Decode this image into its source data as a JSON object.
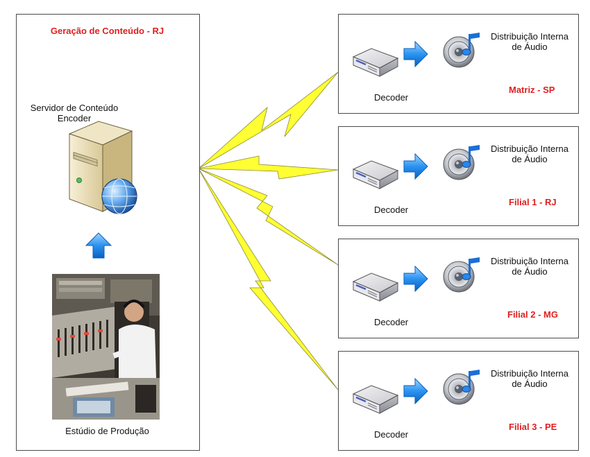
{
  "source": {
    "title": "Geração de Conteúdo - RJ",
    "server_label_line1": "Servidor de Conteúdo",
    "server_label_line2": "Encoder",
    "studio_label": "Estúdio de Produção",
    "server_icon": "server-globe-icon",
    "arrow_icon": "blue-up-arrow-icon",
    "photo": "radio-studio-photo"
  },
  "branches": [
    {
      "decoder_label": "Decoder",
      "distribution_line1": "Distribuição Interna",
      "distribution_line2": "de Áudio",
      "location": "Matriz - SP"
    },
    {
      "decoder_label": "Decoder",
      "distribution_line1": "Distribuição Interna",
      "distribution_line2": "de Áudio",
      "location": "Filial 1 - RJ"
    },
    {
      "decoder_label": "Decoder",
      "distribution_line1": "Distribuição Interna",
      "distribution_line2": "de Áudio",
      "location": "Filial 2 - MG"
    },
    {
      "decoder_label": "Decoder",
      "distribution_line1": "Distribuição Interna",
      "distribution_line2": "de Áudio",
      "location": "Filial 3 - PE"
    }
  ],
  "colors": {
    "title_red": "#e02020",
    "lightning_yellow": "#ffff33",
    "arrow_blue": "#1a8cff",
    "border": "#4a4a4a"
  },
  "icons": {
    "decoder": "decoder-box-icon",
    "arrow": "blue-right-arrow-icon",
    "speaker": "speaker-music-note-icon",
    "link": "lightning-bolt-icon"
  }
}
